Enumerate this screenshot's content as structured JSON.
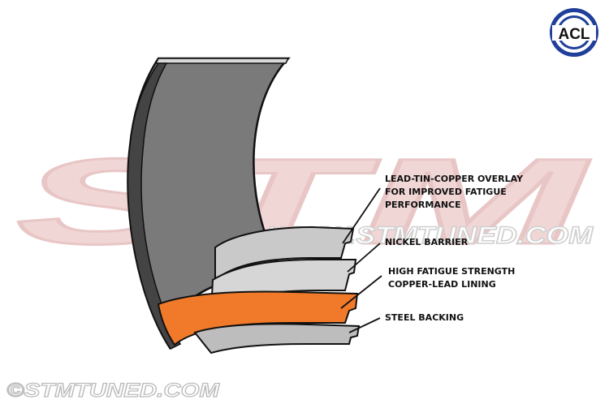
{
  "logo": {
    "text": "ACL",
    "ring_outer": "#1f3f9a",
    "ring_inner": "#ffffff"
  },
  "watermark": {
    "big": "STM",
    "url": "WWW.STMTUNED.COM",
    "footer": "©STMTUNED.COM"
  },
  "labels": {
    "overlay_line1": "LEAD-TIN-COPPER OVERLAY",
    "overlay_line2": "FOR IMPROVED FATIGUE",
    "overlay_line3": "PERFORMANCE",
    "nickel": "NICKEL BARRIER",
    "copper_line1": "HIGH FATIGUE STRENGTH",
    "copper_line2": "COPPER-LEAD LINING",
    "steel": "STEEL BACKING"
  },
  "colors": {
    "inner": "#7a7a7a",
    "outer_band": "#5a5a5a",
    "overlay_layer": "#c9c9c9",
    "nickel_layer": "#d6d6d6",
    "copper_layer": "#f07a2a",
    "steel_layer": "#bdbdbd",
    "watermark": "#e9c6c6"
  }
}
